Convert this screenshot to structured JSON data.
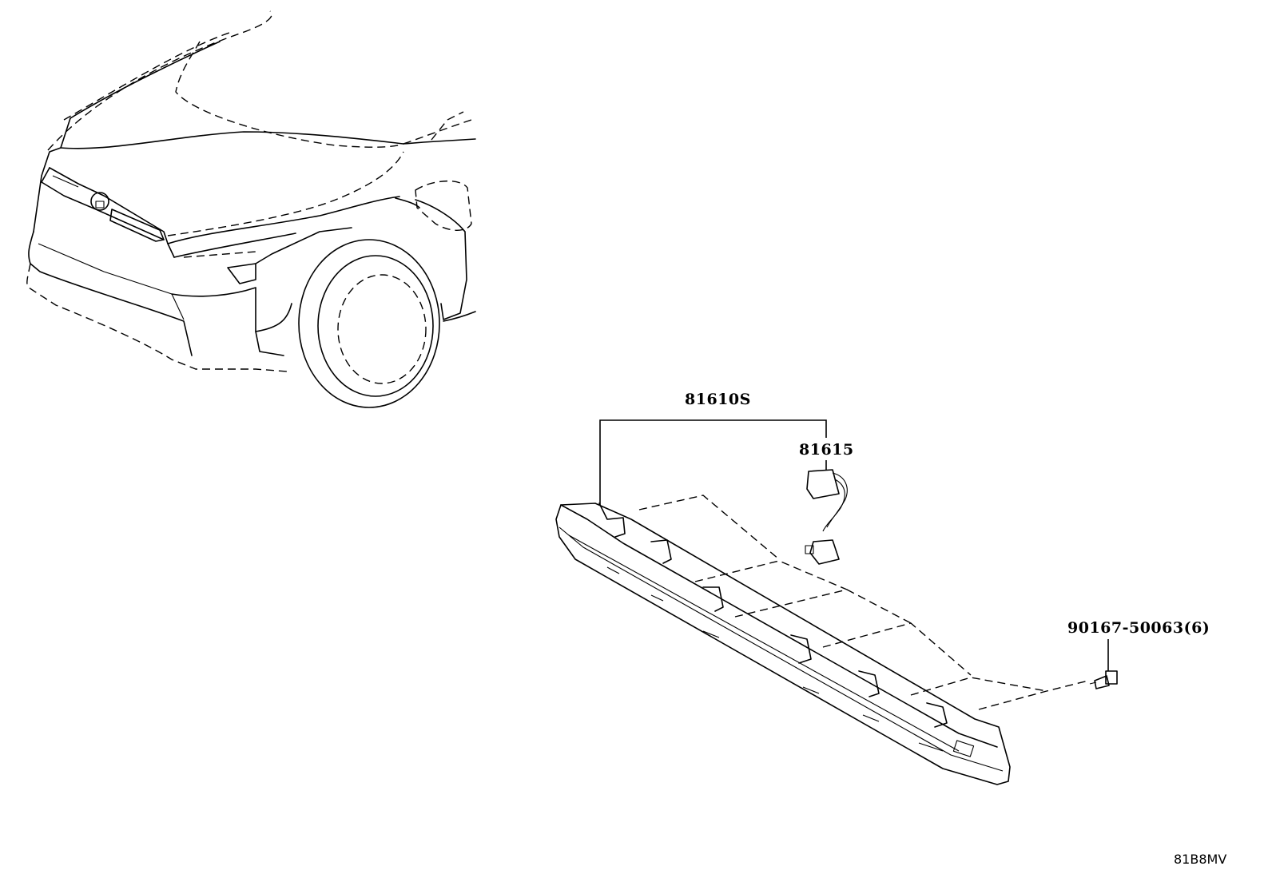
{
  "diagram": {
    "parts": [
      {
        "id": "lamp_assembly",
        "label": "81610S"
      },
      {
        "id": "socket_wire",
        "label": "81615"
      },
      {
        "id": "screw",
        "label": "90167-50063(6)"
      }
    ],
    "drawing_code": "81B8MV"
  }
}
